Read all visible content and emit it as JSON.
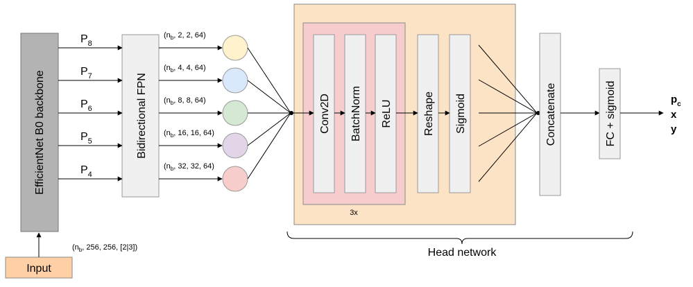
{
  "input": {
    "label": "Input",
    "shape": "(n",
    "shape_sub": "b",
    "shape_rest": ", 256, 256, [2|3])"
  },
  "backbone": {
    "label": "EfficientNet B0 backbone"
  },
  "fpn": {
    "label": "Bidirectional FPN"
  },
  "levels": [
    {
      "name": "P",
      "sub": "8",
      "shape_pre": "(n",
      "shape_sub": "b",
      "shape_post": ", 2, 2, 64)",
      "color": "#fff2cc"
    },
    {
      "name": "P",
      "sub": "7",
      "shape_pre": "(n",
      "shape_sub": "b",
      "shape_post": ", 4, 4, 64)",
      "color": "#dae8fc"
    },
    {
      "name": "P",
      "sub": "6",
      "shape_pre": "(n",
      "shape_sub": "b",
      "shape_post": ", 8, 8, 64)",
      "color": "#d5e8d4"
    },
    {
      "name": "P",
      "sub": "5",
      "shape_pre": "(n",
      "shape_sub": "b",
      "shape_post": ", 16, 16, 64)",
      "color": "#e1d5e7"
    },
    {
      "name": "P",
      "sub": "4",
      "shape_pre": "(n",
      "shape_sub": "b",
      "shape_post": ", 32, 32, 64)",
      "color": "#f8cecc"
    }
  ],
  "head": {
    "blocks": [
      "Conv2D",
      "BatchNorm",
      "ReLU"
    ],
    "repeat": "3x",
    "reshape": "Reshape",
    "sigmoid": "Sigmoid",
    "label": "Head network"
  },
  "concat": {
    "label": "Concatenate"
  },
  "fc": {
    "label": "FC + sigmoid"
  },
  "outputs": {
    "pc": "p",
    "pc_sub": "c",
    "x": "x",
    "y": "y"
  },
  "colors": {
    "backbone": "#b3b3b3",
    "box": "#f0f0f0",
    "input": "#ffd0a6",
    "head": "#fde3c6",
    "repeat": "#f7cccd"
  }
}
